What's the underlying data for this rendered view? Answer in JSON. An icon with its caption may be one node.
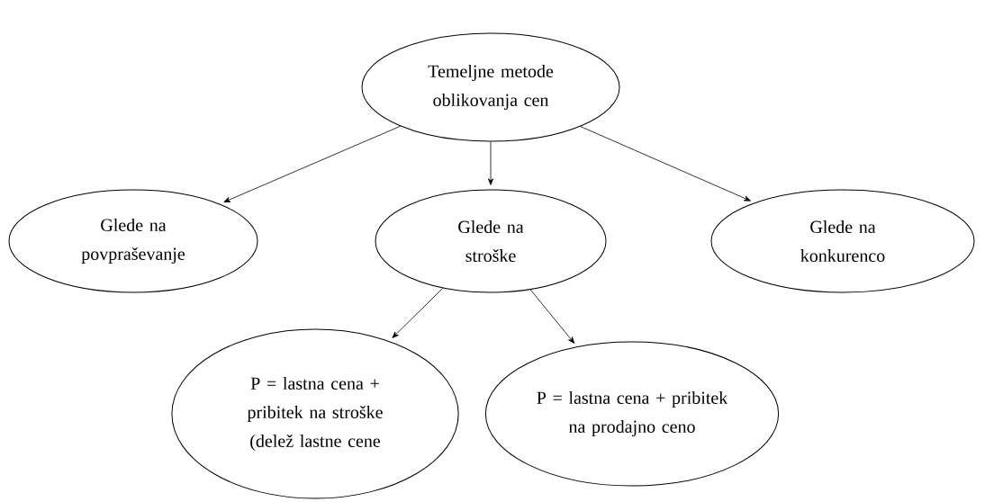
{
  "diagram": {
    "nodes": [
      {
        "text": [
          "Temeljne metode oblikovanja cen"
        ]
      },
      {
        "text": [
          "Glede na povpraševanje"
        ]
      },
      {
        "text": [
          "Glede na stroške"
        ]
      },
      {
        "text": [
          "Glede na konkurenco"
        ]
      },
      {
        "text": [
          "P = lastna cena + pribitek na stroške (delež lastne cene"
        ]
      },
      {
        "text": [
          "P = lastna cena + pribitek na prodajno ceno"
        ]
      }
    ],
    "edges": [
      {
        "from": 0,
        "to": 1,
        "arrow": "to"
      },
      {
        "from": 0,
        "to": 2,
        "arrow": "to"
      },
      {
        "from": 0,
        "to": 3,
        "arrow": "to"
      },
      {
        "from": 2,
        "to": 4,
        "arrow": "to"
      },
      {
        "from": 2,
        "to": 5,
        "arrow": "to"
      }
    ]
  }
}
